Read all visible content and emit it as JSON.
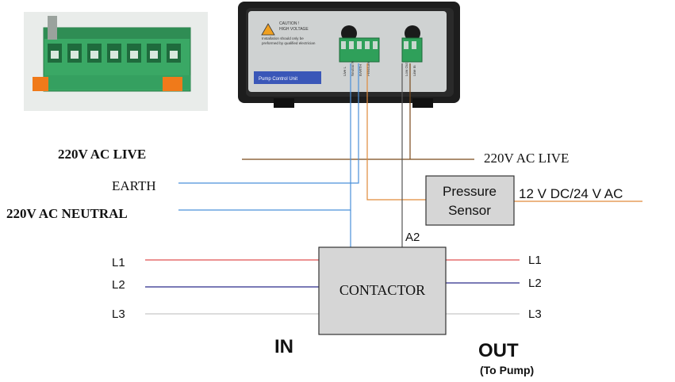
{
  "photo_terminal": {
    "terminal_count": 7
  },
  "control_unit": {
    "caution_title": "CAUTION !",
    "caution_subtitle": "HIGH VOLTAGE",
    "caution_line1": "Installation should only be",
    "caution_line2": "preformed by qualified electrician",
    "name_label": "Pump Control Unit",
    "pin_labels": [
      "Live L",
      "Neutral N",
      "EARTH",
      "Pressure"
    ],
    "right_pin_labels": [
      "Low Out",
      "Line In"
    ]
  },
  "labels": {
    "live_left": "220V AC LIVE",
    "live_right": "220V AC LIVE",
    "earth": "EARTH",
    "neutral": "220V AC NEUTRAL",
    "pressure_line1": "Pressure",
    "pressure_line2": "Sensor",
    "supply": "12 V DC/24 V AC",
    "a2": "A2",
    "contactor": "CONTACTOR",
    "l1_in": "L1",
    "l2_in": "L2",
    "l3_in": "L3",
    "l1_out": "L1",
    "l2_out": "L2",
    "l3_out": "L3",
    "in": "IN",
    "out": "OUT",
    "out_sub": "(To Pump)"
  },
  "colors": {
    "live": "#7a4a1a",
    "earth_neutral": "#4a90d9",
    "pressure": "#e08a3a",
    "l1": "#e05050",
    "l2": "#2a2a8a",
    "l3": "#c8c8c8",
    "a2": "#555555",
    "contactor_fill": "#d6d6d6",
    "terminal_green": "#2fa05a",
    "unit_body": "#1a1a1a"
  }
}
